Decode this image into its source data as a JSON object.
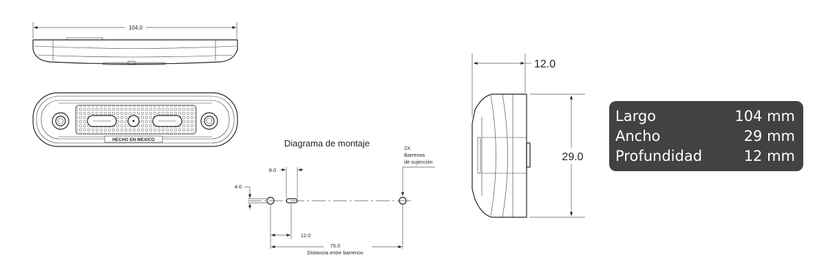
{
  "top_view": {
    "width_dim": "104.0"
  },
  "front_view": {
    "emboss_text": "HECHO EN MEXICO"
  },
  "mounting_diagram": {
    "title": "Diagrama de montaje",
    "holes_note": [
      "2X",
      "Barrenos",
      "de sujección"
    ],
    "dim_slot_length": "8.0",
    "dim_slot_height": "4.0",
    "dim_slot_offset": "12.0",
    "dim_hole_distance": "75.0",
    "dim_hole_distance_label": "Distancia entre barrenos"
  },
  "side_view": {
    "depth_dim": "12.0",
    "height_dim": "29.0"
  },
  "specs": [
    {
      "label": "Largo",
      "value": "104 mm"
    },
    {
      "label": "Ancho",
      "value": "29 mm"
    },
    {
      "label": "Profundidad",
      "value": "12 mm"
    }
  ],
  "colors": {
    "spec_box_bg": "#404244",
    "spec_text": "#ffffff",
    "line": "#222222"
  }
}
